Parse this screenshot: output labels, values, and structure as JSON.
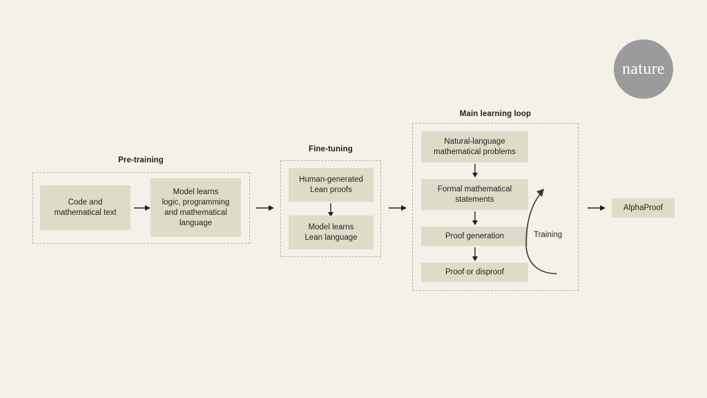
{
  "figure": {
    "background_color": "#f4f1e8",
    "node_fill_color": "#dedcc8",
    "group_border_color": "#b9b49c",
    "text_color": "#231f1c"
  },
  "brand": {
    "name": "nature",
    "logo_shape": "circle",
    "logo_color": "#9b9b9b",
    "logo_text_color": "#ffffff"
  },
  "stages": {
    "pretraining": {
      "title": "Pre-training",
      "nodes": [
        {
          "id": "code-and-math-text",
          "line1": "Code and",
          "line2": "mathematical text"
        },
        {
          "id": "model-learns-logic",
          "line1": "Model learns",
          "line2": "logic, programming",
          "line3": "and mathematical",
          "line4": "language"
        }
      ]
    },
    "finetuning": {
      "title": "Fine-tuning",
      "nodes": [
        {
          "id": "human-generated-lean-proofs",
          "line1": "Human-generated",
          "line2": "Lean proofs"
        },
        {
          "id": "model-learns-lean-language",
          "line1": "Model learns",
          "line2": "Lean language"
        }
      ]
    },
    "mainloop": {
      "title": "Main learning loop",
      "feedback_label": "Training",
      "nodes": [
        {
          "id": "natural-language-problems",
          "line1": "Natural-language",
          "line2": "mathematical problems"
        },
        {
          "id": "formal-mathematical-statements",
          "line1": "Formal mathematical",
          "line2": "statements"
        },
        {
          "id": "proof-generation",
          "line1": "Proof generation",
          "line2": ""
        },
        {
          "id": "proof-or-disproof",
          "line1": "Proof or disproof",
          "line2": ""
        }
      ]
    },
    "output": {
      "node": {
        "id": "alphaproof",
        "label": "AlphaProof"
      }
    }
  },
  "icons": {
    "arrow": "arrow-right-icon",
    "arrow_down": "arrow-down-icon",
    "feedback_arrow": "curved-feedback-arrow-icon"
  }
}
